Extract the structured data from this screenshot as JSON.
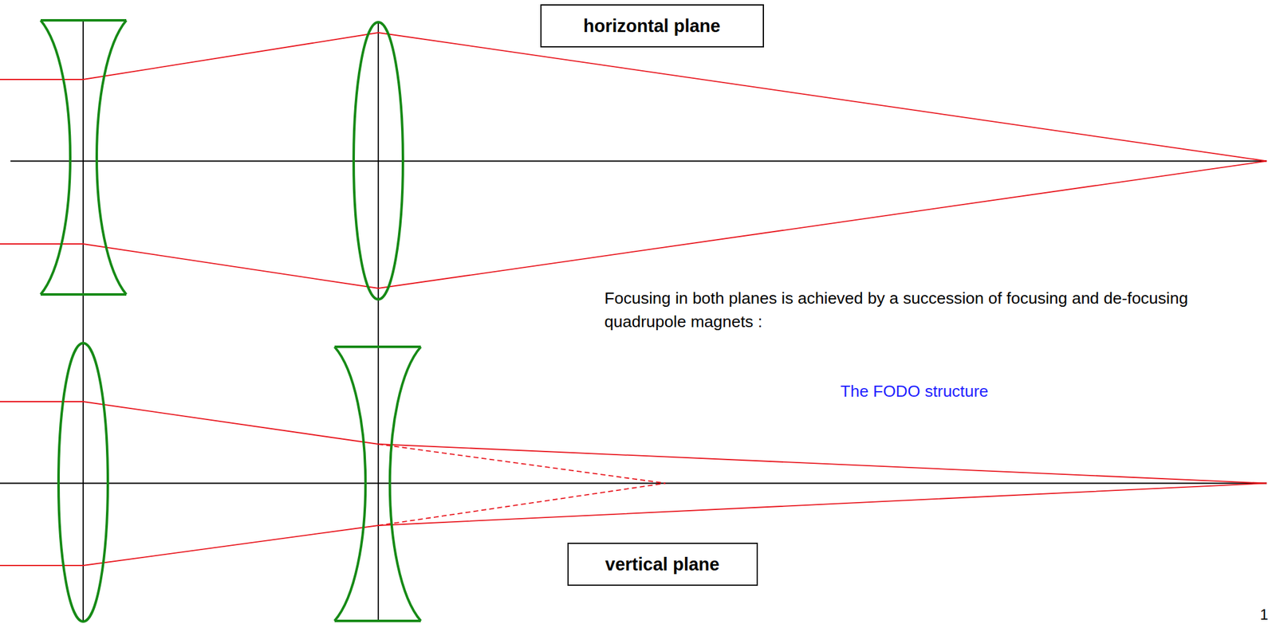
{
  "diagram": {
    "nodes": [
      {
        "text": [
          "horizontal plane"
        ]
      },
      {
        "text": [
          "vertical plane"
        ]
      }
    ],
    "labels": [
      "Focusing in both planes is achieved by a succession of focusing and de-focusing quadrupole magnets :",
      "The FODO structure",
      "1"
    ]
  }
}
